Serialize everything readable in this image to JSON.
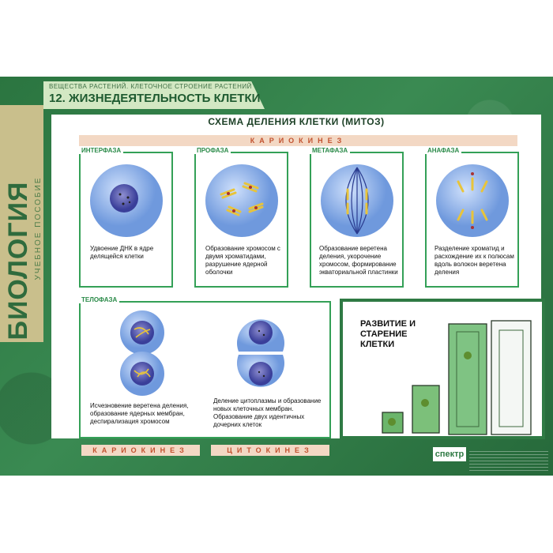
{
  "side": {
    "title": "БИОЛОГИЯ",
    "subtitle": "УЧЕБНОЕ ПОСОБИЕ"
  },
  "header": {
    "breadcrumb": "ВЕЩЕСТВА РАСТЕНИЙ. КЛЕТОЧНОЕ СТРОЕНИЕ РАСТЕНИЙ",
    "title": "12. ЖИЗНЕДЕЯТЕЛЬНОСТЬ КЛЕТКИ"
  },
  "board": {
    "title": "СХЕМА ДЕЛЕНИЯ КЛЕТКИ (МИТОЗ)",
    "karyokinesis_top": "КАРИОКИНЕЗ"
  },
  "phases": [
    {
      "label": "ИНТЕРФАЗА",
      "caption": "Удвоение ДНК в ядре делящейся клетки"
    },
    {
      "label": "ПРОФАЗА",
      "caption": "Образование хромосом с двумя хроматидами, разрушение ядерной оболочки"
    },
    {
      "label": "МЕТАФАЗА",
      "caption": "Образование веретена деления, укорочение хромосом, формирование экваториальной пластинки"
    },
    {
      "label": "АНАФАЗА",
      "caption": "Разделение хроматид и расхождение их к полюсам вдоль волокон веретена деления"
    }
  ],
  "telophase": {
    "label": "ТЕЛОФАЗА",
    "caption_left": "Исчезновение веретена деления, образование ядерных мембран, деспирализация хромосом",
    "caption_right": "Деление цитоплазмы и образование новых клеточных мембран. Образование двух идентичных дочерних клеток"
  },
  "bottom_bands": {
    "karyokinesis": "КАРИОКИНЕЗ",
    "cytokinesis": "ЦИТОКИНЕЗ"
  },
  "development": {
    "title": "РАЗВИТИЕ И СТАРЕНИЕ КЛЕТКИ"
  },
  "footer": {
    "logo": "спектр"
  },
  "colors": {
    "poster_green": "#2f7a44",
    "phase_border": "#34a057",
    "band_bg": "#f3d8c4",
    "band_text": "#c2512e",
    "cell_blue": "#7fa8e6"
  }
}
